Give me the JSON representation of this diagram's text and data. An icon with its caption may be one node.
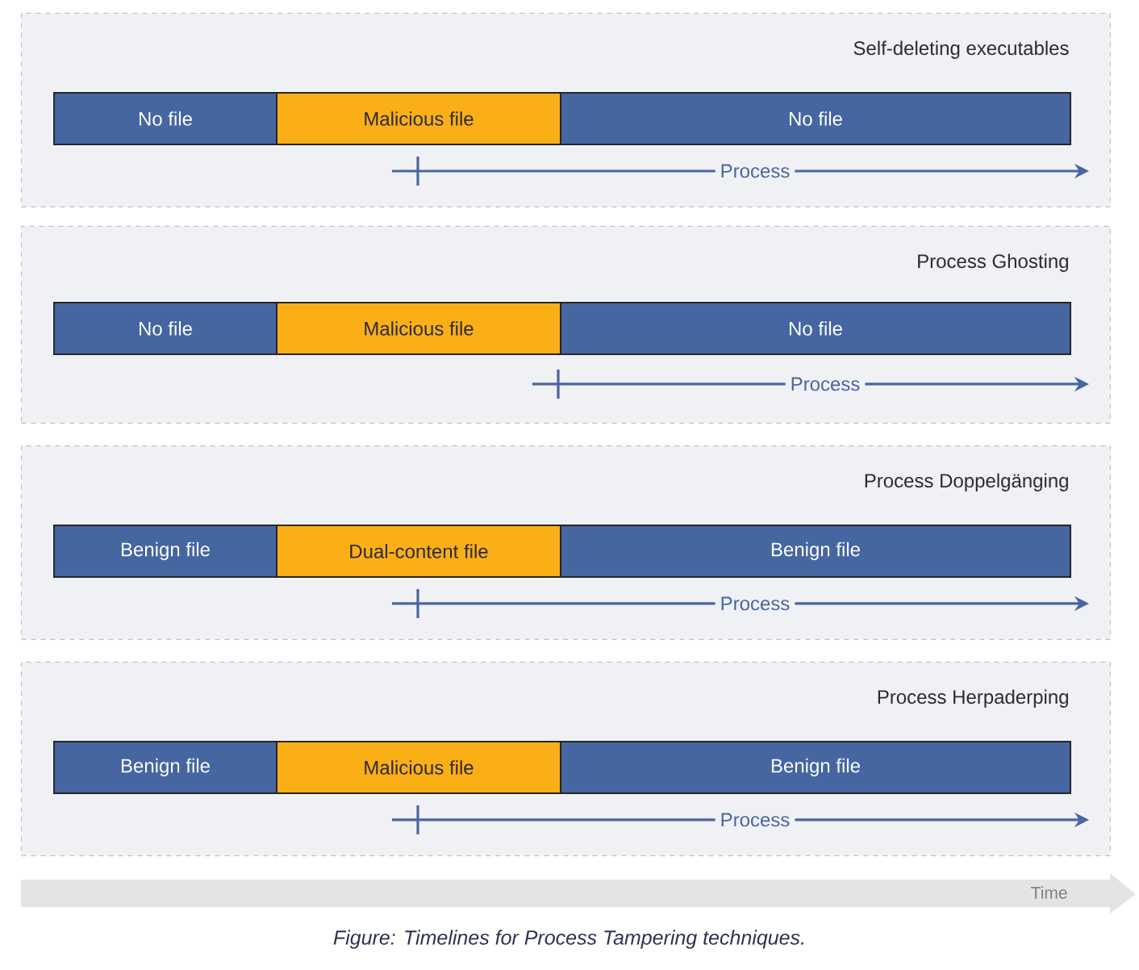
{
  "diagram": {
    "caption": "Figure: Timelines for Process Tampering techniques.",
    "nodes": [
      {
        "text": [
          "Self-deleting executables"
        ]
      },
      {
        "text": [
          "No file"
        ],
        "in": 0
      },
      {
        "text": [
          "Malicious file"
        ],
        "in": 0
      },
      {
        "text": [
          "No file"
        ],
        "in": 0
      },
      {
        "text": [
          "Process Ghosting"
        ]
      },
      {
        "text": [
          "No file"
        ],
        "in": 4
      },
      {
        "text": [
          "Malicious file"
        ],
        "in": 4
      },
      {
        "text": [
          "No file"
        ],
        "in": 4
      },
      {
        "text": [
          "Process Doppelgänging"
        ]
      },
      {
        "text": [
          "Benign file"
        ],
        "in": 8
      },
      {
        "text": [
          "Dual-content file"
        ],
        "in": 8
      },
      {
        "text": [
          "Benign file"
        ],
        "in": 8
      },
      {
        "text": [
          "Process Herpaderping"
        ]
      },
      {
        "text": [
          "Benign file"
        ],
        "in": 12
      },
      {
        "text": [
          "Malicious file"
        ],
        "in": 12
      },
      {
        "text": [
          "Benign file"
        ],
        "in": 12
      }
    ],
    "edges": [],
    "labels": [
      "Process",
      "Process",
      "Process",
      "Process",
      "Time"
    ]
  }
}
